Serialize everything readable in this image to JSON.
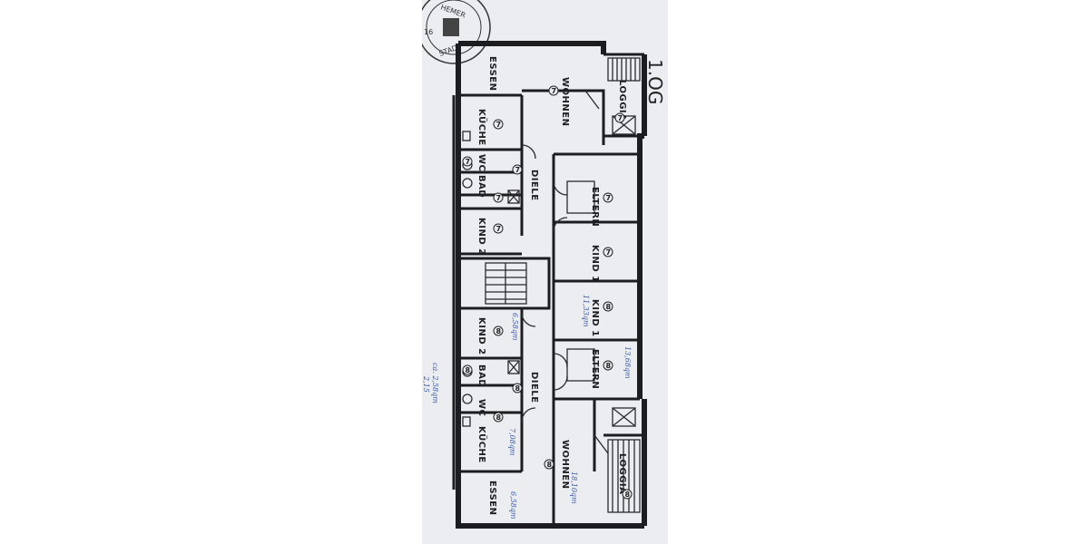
{
  "floor": "1.OG",
  "stamp": {
    "lines": [
      "HEMER",
      "STADT",
      "16"
    ]
  },
  "rooms": {
    "essen_top": "ESSEN",
    "wohnen_7": "WOHNEN",
    "loggia_7": "LOGGIA",
    "kueche_7": "KÜCHE",
    "wc_7": "WC",
    "bad_7": "BAD",
    "diele_7": "DIELE",
    "eltern_7": "ELTERN",
    "kind2_7": "KIND 2",
    "kind1_7": "KIND 1",
    "kind1_8": "KIND 1",
    "kind2_8": "KIND 2",
    "eltern_8": "ELTERN",
    "bad_8": "BAD",
    "diele_8": "DIELE",
    "wc_8": "WC",
    "kueche_8": "KÜCHE",
    "wohnen_8": "WOHNEN",
    "loggia_8": "LOGGIA",
    "essen_bottom": "ESSEN"
  },
  "unit_numbers": {
    "upper": "7",
    "lower": "8"
  },
  "handwritten": {
    "kind1_8_area": "11,33qm",
    "kind2_8_area": "6,58qm",
    "eltern_8_area": "13,68qm",
    "kueche_8_area": "7,08qm",
    "wohnen_8_area": "18,10qm",
    "essen_area": "6,58qm",
    "side_note": "ca. 2,58qm",
    "side_note_2": "2,15"
  },
  "colors": {
    "paper": "#ecedf1",
    "ink": "#1d1d20",
    "pen": "#3b5aa8"
  }
}
